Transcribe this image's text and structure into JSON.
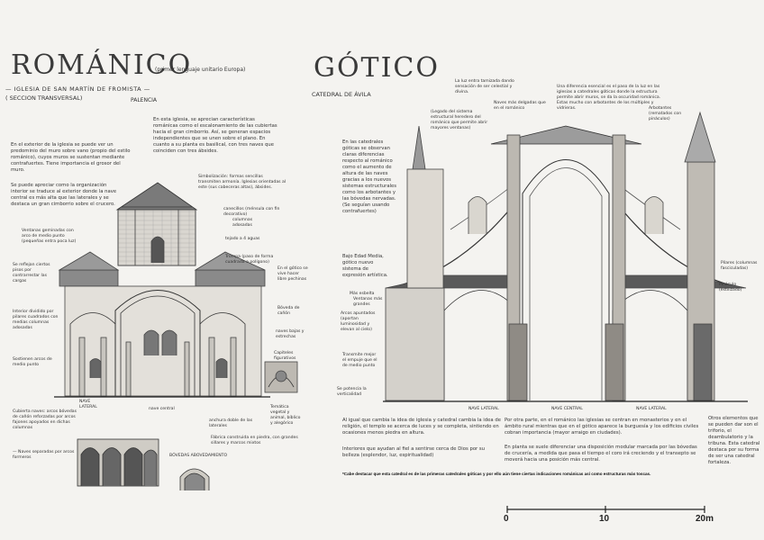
{
  "romanico": {
    "title": "ROMÁNICO",
    "subtitle": "(primer lenguaje unitario Europa)",
    "building": "— IGLESIA DE SAN MARTÍN DE FROMISTA —",
    "section": "( SECCION TRANSVERSAL)",
    "place": "PALENCIA",
    "exterior_text": "En el exterior de la iglesia se puede ver un predominio del muro sobre vano (propio del estilo románico), cuyos muros se sustentan mediante contrafuertes. Tiene importancia el grosor del muro.",
    "organization_text": "Se puede apreciar como la organización interior se traduce al exterior donde la nave central es más alta que las laterales y se destaca un gran cimborrio sobre el crucero.",
    "inside_text": "En esta iglesia, se aprecian características románicas como el escalonamiento de las cubiertas hacia el gran cimborrio. Así, se generan espacios independientes que se unen sobre el plano. En cuanto a su planta es basilical, con tres naves que coinciden con tres ábsides.",
    "labels": {
      "ventanas": "Ventanas geminadas con arco de medio punto (pequeñas entra poca luz)",
      "reflejan": "Se reflejan ciertos pisos por contrarrestar las cargas",
      "interior": "Interior dividido por pilares cuadrados con medias columnas adosadas",
      "sostienen": "Sostienen arcos de medio punto",
      "cubierta": "Cubierta naves: arcos bóvedas de cañón reforzadas por arcos fajones apoyados en dichas columnas",
      "naves_separadas": "— Naves separadas por arcos formeros",
      "simbolizacion": "Simbolización: formas sencillas transmiten armonía. Iglesias orientadas al este (sus cabeceras altas), ábsides.",
      "canecillos": "canecillos (ménsula con fin decorativo)",
      "columnas": "columnas adosadas",
      "tejado": "tejado a 4 aguas",
      "trompa": "Trompa (paso de forma cuadrada a polígono)",
      "gotico_vuelo": "En el gótico se vive hacer libre pechinas",
      "boveda": "Bóveda de cañón",
      "naves_bajas": "naves bajas y estrechas",
      "capiteles": "Capiteles figurativos",
      "tematica": "Temática vegetal y animal, bíblico y alegórico",
      "anchura": "anchura doble de las laterales",
      "fabrica": "Fábrica construida en piedra, con grandes sillares y marcos mixtos",
      "nave_lateral": "NAVE LATERAL",
      "nave_central": "nave central",
      "bovedas": "BÓVEDAS ABOVEDAMIENTO"
    }
  },
  "gotico": {
    "title": "GÓTICO",
    "building": "CATEDRAL DE ÁVILA",
    "left_text": "En las catedrales góticas se observan claras diferencias respecto al románico como el aumento de altura de las naves gracias a los nuevos sistemas estructurales como los arbotantes y las bóvedas nervadas. (Se seguían usando contrafuertes)",
    "left_text2": "Bajo Edad Media, gótico nuevo sistema de expresión artística.",
    "labels": {
      "ventanas_mas": "Ventanas más grandes",
      "luz": "La luz entra tamizada dando sensación de ser celestial y divina.",
      "legado": "(Legado del sistema estructural heredero del románico que permite abrir mayores ventanas)",
      "naves_mas": "Naves más delgadas que en el románico",
      "diferencia": "Una diferencia esencial es el paso de la luz en las iglesias a catedrales góticas donde la estructura permite abrir muros, se da la oscuridad románica. Estas mucho con arbotantes de los múltiples y vidrieras.",
      "arbotantes": "Arbotantes (rematados con pináculos)",
      "mas_esbelta": "Más esbelta",
      "arcos": "Arcos apuntados (aportan luminosidad y elevan al cielo)",
      "transmite": "Transmite mejor el empuje que el de medio punto",
      "verticalidad": "Se potencia la verticalidad",
      "pilares": "Pilares (columnas fasciculadas)",
      "pinaculo": "Pináculo (estilizado)",
      "nave_lateral": "NAVE LATERAL",
      "nave_central": "NAVE CENTRAL",
      "nave_lateral2": "NAVE LATERAL"
    },
    "bottom_text1": "Al igual que cambia la idea de iglesia y catedral cambia la idea de religión, el templo se acerca de luces y se completa, sintiendo en ocasiones menos piedra en altura.",
    "bottom_text2": "Interiores que ayudan al fiel a sentirse cerca de Dios por su belleza (esplendor, luz, espiritualidad)",
    "bottom_text3": "Por otra parte, en el románico las iglesias se centran en monasterios y en el ámbito rural mientras que en el gótico aparece la burguesía y los edificios civiles cobran importancia (mayor arraigo en ciudades).",
    "bottom_text4": "En planta se suele diferenciar una disposición modular marcada por las bóvedas de crucería, a medida que pasa el tiempo el coro irá creciendo y el transepto se moverá hacia una posición más central.",
    "bottom_right": "Otros elementos que se pueden dar son el triforio, el deambulatorio y la tribuna. Esta catedral destaca por su forma de ser una catedral fortaleza.",
    "footnote": "*Cabe destacar que esta catedral es de las primeras catedrales góticas y por ello aún tiene ciertas indicaciones románicas así como estructuras más toscas."
  },
  "scale": {
    "ticks": [
      "0",
      "10",
      "20m"
    ]
  }
}
